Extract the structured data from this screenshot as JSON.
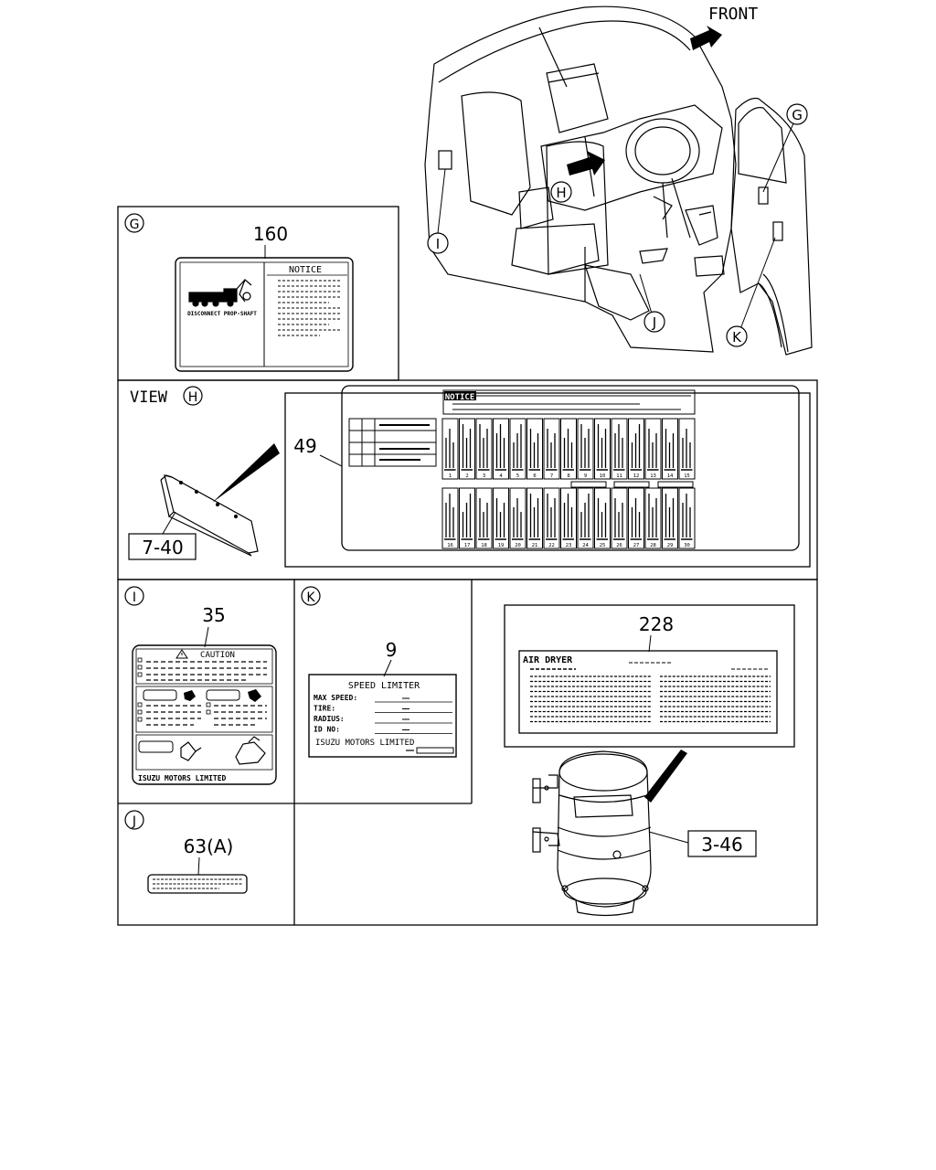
{
  "front_label": "FRONT",
  "markers": {
    "g": "G",
    "h": "H",
    "i": "I",
    "j": "J",
    "k": "K"
  },
  "view_h_label": "VIEW",
  "part_numbers": {
    "p160": "160",
    "p49": "49",
    "p35": "35",
    "p9": "9",
    "p228": "228",
    "p63a": "63(A)",
    "ref_7_40": "7-40",
    "ref_3_46": "3-46"
  },
  "labels": {
    "g_notice_title": "NOTICE",
    "g_caption": "DISCONNECT PROP-SHAFT",
    "h_notice_title": "NOTICE",
    "h_fuse_numbers_top": [
      "1",
      "2",
      "3",
      "4",
      "5",
      "6",
      "7",
      "8",
      "9",
      "10",
      "11",
      "12",
      "13",
      "14",
      "15"
    ],
    "h_fuse_numbers_bottom": [
      "16",
      "17",
      "18",
      "19",
      "20",
      "21",
      "22",
      "23",
      "24",
      "25",
      "26",
      "27",
      "28",
      "29",
      "30"
    ],
    "i_caution_title": "CAUTION",
    "i_footer": "ISUZU MOTORS LIMITED",
    "k_title": "SPEED LIMITER",
    "k_rows": [
      "MAX SPEED:",
      "TIRE:",
      "RADIUS:",
      "ID NO:"
    ],
    "k_footer": "ISUZU MOTORS LIMITED",
    "air_dryer_title": "AIR DRYER"
  }
}
